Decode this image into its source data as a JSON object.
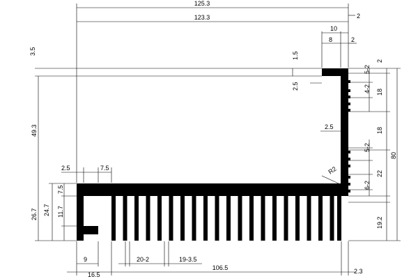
{
  "dimensions": {
    "overall_width": "125.3",
    "inner_width": "123.3",
    "right_offset": "2",
    "top_flange_width": "10",
    "top_flange_inner": "8",
    "top_flange_wall": "2",
    "top_gap": "1.5",
    "left_top": "3.5",
    "right_top": "2",
    "flange_thickness": "2.5",
    "left_height_upper": "49.3",
    "right_fin_upper": "5-2",
    "right_fin_second": "4-2",
    "right_fin_third": "5-2",
    "right_fin_bottom": "6-2",
    "right_seg_18a": "18",
    "right_seg_18b": "18",
    "right_seg_22": "22",
    "right_seg_19": "19.2",
    "overall_height": "80",
    "wall_thickness": "2.5",
    "radius": "R2",
    "left_wall": "2.5",
    "left_spacing": "7.5",
    "left_inner": "7.5",
    "left_height_26": "26.7",
    "left_height_24": "24.7",
    "left_height_11": "11.7",
    "bottom_9": "9",
    "bottom_16": "16.5",
    "fin_pattern_a": "20-2",
    "fin_pattern_b": "19-3.5",
    "bottom_width": "106.5",
    "bottom_right": "2.3"
  },
  "colors": {
    "profile": "#000000",
    "lines": "#000000",
    "background": "#ffffff"
  }
}
